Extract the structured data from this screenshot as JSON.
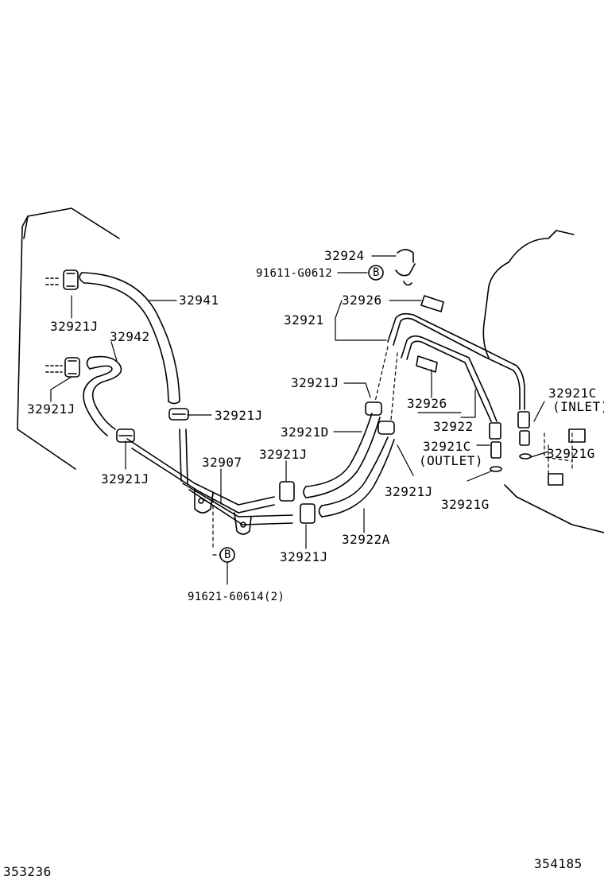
{
  "diagram": {
    "labels": {
      "p32924": "32924",
      "p91611": "91611-G0612",
      "refB1": "B",
      "p32941": "32941",
      "p32921J_a": "32921J",
      "p32942": "32942",
      "p32921J_b": "32921J",
      "p32926_a": "32926",
      "p32921": "32921",
      "p32921J_c": "32921J",
      "p32921C_inlet": "32921C",
      "inlet": "(INLET)",
      "p32921J_d": "32921J",
      "p32926_b": "32926",
      "p32921D": "32921D",
      "p32922": "32922",
      "p32921C_outlet": "32921C",
      "outlet": "(OUTLET)",
      "p32921G_a": "32921G",
      "p32907": "32907",
      "p32921J_e": "32921J",
      "p32921J_f": "32921J",
      "p32921J_g": "32921J",
      "p32921G_b": "32921G",
      "p32922A": "32922A",
      "refB2": "B",
      "p32921J_h": "32921J",
      "p91621": "91621-60614(2)"
    },
    "footer": {
      "left_code": "353236",
      "right_code": "354185"
    }
  }
}
